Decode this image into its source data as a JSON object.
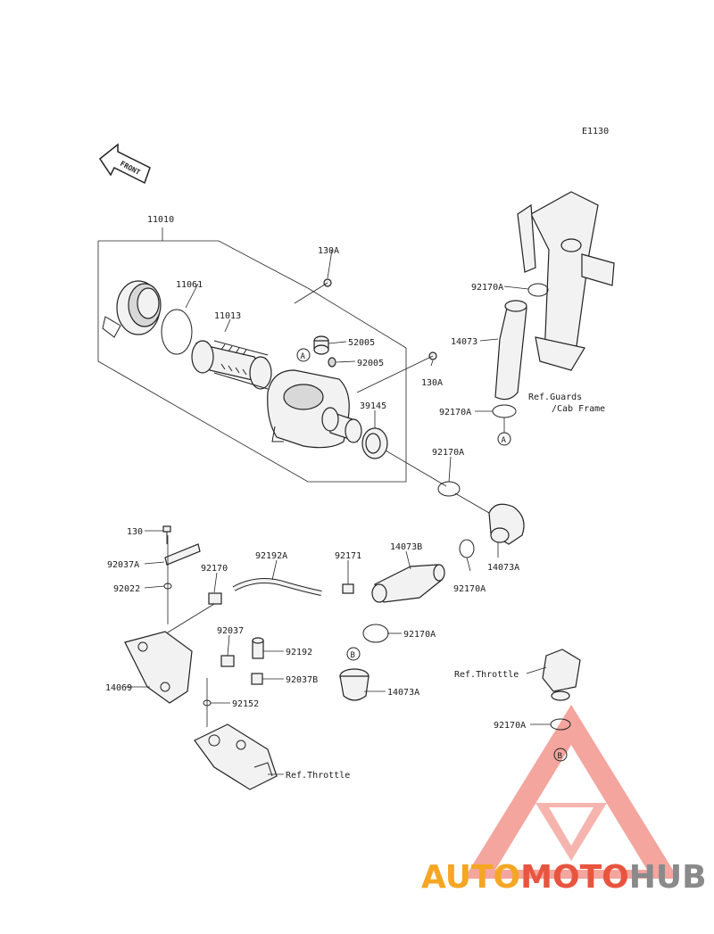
{
  "diagram_code": "E1130",
  "front_label": "FRONT",
  "callouts": {
    "c11010": "11010",
    "c130A_top": "130A",
    "c11061": "11061",
    "c11013": "11013",
    "c52005": "52005",
    "c92005": "92005",
    "c130A_right": "130A",
    "c39145": "39145",
    "c92170A_a": "92170A",
    "c14073": "14073",
    "c92170A_b": "92170A",
    "c92170A_c": "92170A",
    "c130": "130",
    "c92037A": "92037A",
    "c92170": "92170",
    "c92192A": "92192A",
    "c92171": "92171",
    "c14073B": "14073B",
    "c92022": "92022",
    "c14073A_right": "14073A",
    "c92170A_d": "92170A",
    "c92037": "92037",
    "c92192": "92192",
    "c92170A_e": "92170A",
    "c14069": "14069",
    "c92037B": "92037B",
    "c14073A_low": "14073A",
    "c92152": "92152",
    "c92170A_f": "92170A"
  },
  "refs": {
    "ref_guards": "Ref.Guards",
    "ref_cab": "/Cab Frame",
    "ref_throttle_right": "Ref.Throttle",
    "ref_throttle_bottom": "Ref.Throttle"
  },
  "markers": {
    "a_top": "A",
    "a_bottom": "A",
    "b_left": "B",
    "b_right": "B"
  },
  "watermark": {
    "part1": "AUTO",
    "part2": "MOTO",
    "part3": "HUB",
    "color_orange": "#f5a623",
    "color_red": "#e8553f",
    "color_gray": "#8a8a8a"
  }
}
